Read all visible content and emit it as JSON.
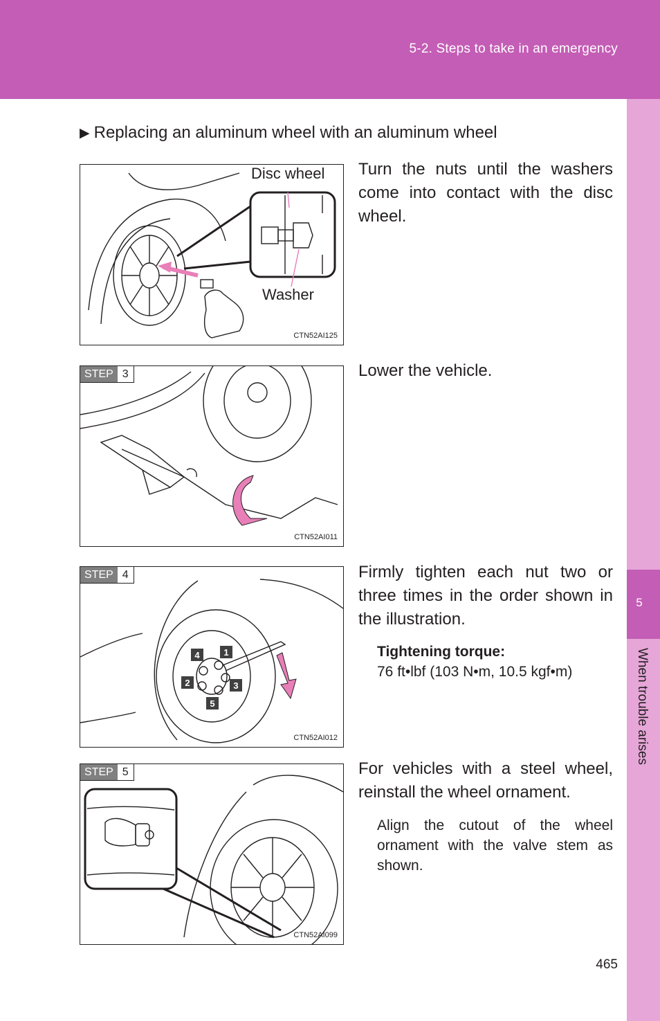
{
  "header": {
    "title": "5-2. Steps to take in an emergency"
  },
  "side_tab": {
    "number": "5",
    "label": "When trouble arises"
  },
  "section": {
    "marker": "▶",
    "heading": "Replacing an aluminum wheel with an aluminum wheel"
  },
  "figures": [
    {
      "code": "CTN52AI125",
      "callouts": [
        "Disc wheel",
        "Washer"
      ]
    },
    {
      "code": "CTN52AI011",
      "step_label": "STEP",
      "step_number": "3"
    },
    {
      "code": "CTN52AI012",
      "step_label": "STEP",
      "step_number": "4",
      "nut_order": [
        "1",
        "2",
        "3",
        "4",
        "5"
      ]
    },
    {
      "code": "CTN52AI099",
      "step_label": "STEP",
      "step_number": "5"
    }
  ],
  "steps": [
    {
      "text": "Turn the nuts until the washers come into contact with the disc wheel."
    },
    {
      "text": "Lower the vehicle."
    },
    {
      "text": "Firmly tighten each nut two or three times in the order shown in the illustration.",
      "torque_label": "Tightening torque:",
      "torque_value": "76 ft•lbf (103 N•m, 10.5 kgf•m)"
    },
    {
      "text": "For vehicles with a steel wheel, reinstall the wheel ornament.",
      "note": "Align the cutout of the wheel ornament with the valve stem as shown."
    }
  ],
  "page_number": "465",
  "colors": {
    "header": "#c45db5",
    "side_tab": "#e6a6d8",
    "arrow": "#e87fb8",
    "step_badge": "#808080"
  }
}
